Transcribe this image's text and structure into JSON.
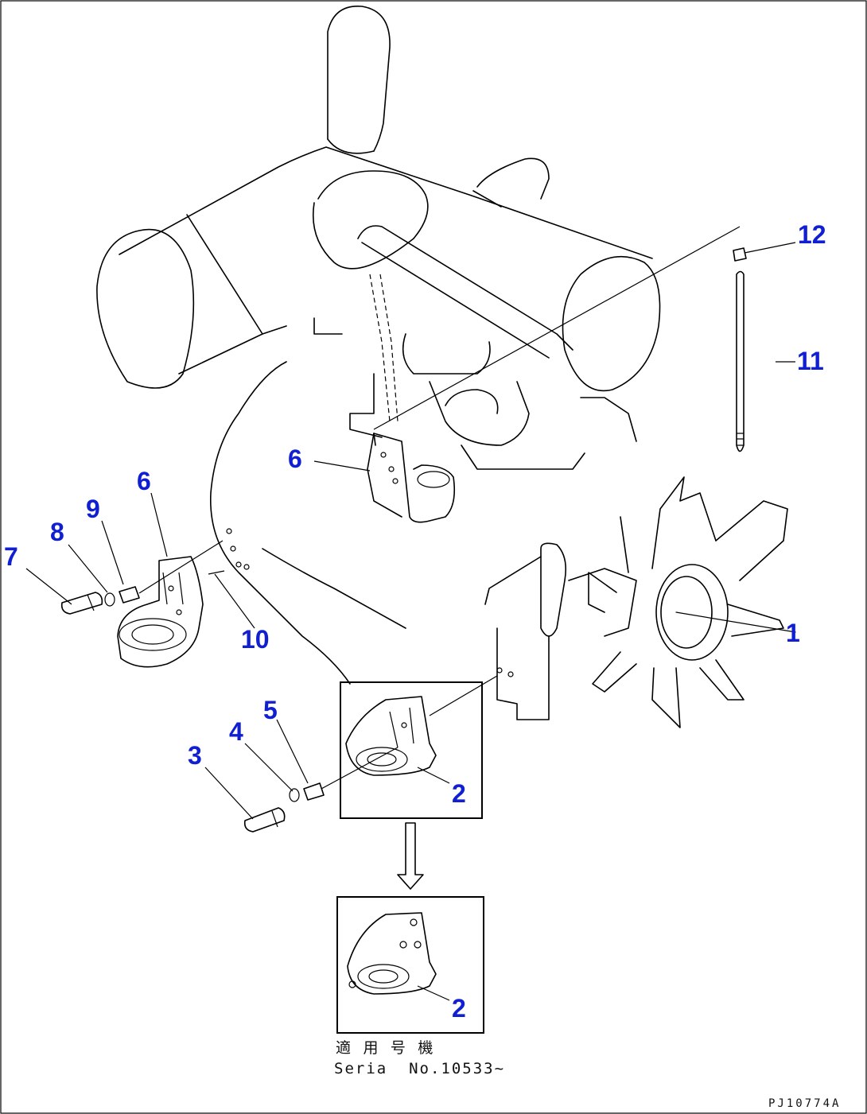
{
  "callouts": {
    "c1": "1",
    "c2a": "2",
    "c2b": "2",
    "c3": "3",
    "c4": "4",
    "c5": "5",
    "c6a": "6",
    "c6b": "6",
    "c7": "7",
    "c8": "8",
    "c9": "9",
    "c10": "10",
    "c11": "11",
    "c12": "12"
  },
  "serial_note": {
    "line1": "適 用 号 機",
    "line2": "Seria  No.10533~"
  },
  "drawing_code": "PJ10774A",
  "colors": {
    "callout": "#0f1fd1",
    "line": "#000000"
  }
}
